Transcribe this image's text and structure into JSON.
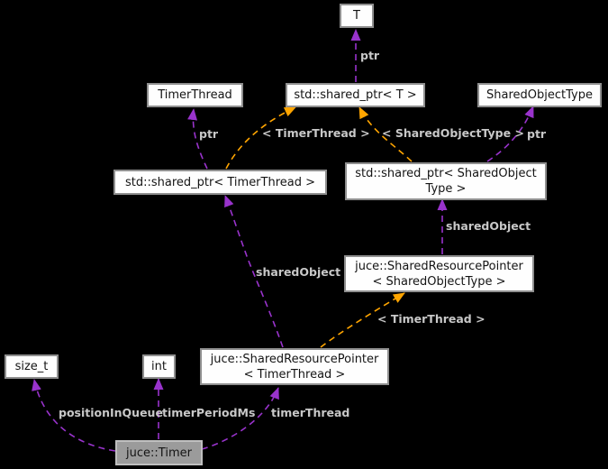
{
  "diagram": {
    "type": "collaboration-graph",
    "colors": {
      "background": "#000000",
      "node_fill": "#fefefe",
      "node_border": "#8f8f8f",
      "focus_node_fill": "#9b9b9b",
      "focus_node_border": "#bfbfbf",
      "usage_edge": "#9933cc",
      "template_edge": "#ffa500",
      "edge_label_text": "#c8c8c8"
    },
    "nodes": [
      {
        "id": "t",
        "lines": [
          "T"
        ]
      },
      {
        "id": "timer-thread",
        "lines": [
          "TimerThread"
        ]
      },
      {
        "id": "std-shared-ptr-t",
        "lines": [
          "std::shared_ptr< T >"
        ]
      },
      {
        "id": "shared-object-type",
        "lines": [
          "SharedObjectType"
        ]
      },
      {
        "id": "std-shared-ptr-timer-thread",
        "lines": [
          "std::shared_ptr< TimerThread >"
        ]
      },
      {
        "id": "std-shared-ptr-shared-object-type",
        "lines": [
          "std::shared_ptr< SharedObject",
          "Type >"
        ]
      },
      {
        "id": "juce-shared-resource-pointer-shared-object-type",
        "lines": [
          "juce::SharedResourcePointer",
          "< SharedObjectType >"
        ]
      },
      {
        "id": "juce-shared-resource-pointer-timer-thread",
        "lines": [
          "juce::SharedResourcePointer",
          "< TimerThread >"
        ]
      },
      {
        "id": "size-t",
        "lines": [
          "size_t"
        ]
      },
      {
        "id": "int",
        "lines": [
          "int"
        ]
      },
      {
        "id": "juce-timer",
        "lines": [
          "juce::Timer"
        ]
      }
    ],
    "edges": [
      {
        "label": "ptr",
        "from": "std-shared-ptr-t",
        "to": "t"
      },
      {
        "label": "ptr",
        "from": "std-shared-ptr-timer-thread",
        "to": "timer-thread"
      },
      {
        "label": "< TimerThread >",
        "from": "std-shared-ptr-timer-thread",
        "to": "std-shared-ptr-t"
      },
      {
        "label": "< SharedObjectType >",
        "from": "std-shared-ptr-shared-object-type",
        "to": "std-shared-ptr-t"
      },
      {
        "label": "ptr",
        "from": "std-shared-ptr-shared-object-type",
        "to": "shared-object-type"
      },
      {
        "label": "sharedObject",
        "from": "juce-shared-resource-pointer-shared-object-type",
        "to": "std-shared-ptr-shared-object-type"
      },
      {
        "label": "sharedObject",
        "from": "juce-shared-resource-pointer-timer-thread",
        "to": "std-shared-ptr-timer-thread"
      },
      {
        "label": "< TimerThread >",
        "from": "juce-shared-resource-pointer-timer-thread",
        "to": "juce-shared-resource-pointer-shared-object-type"
      },
      {
        "label": "positionInQueue",
        "from": "juce-timer",
        "to": "size-t"
      },
      {
        "label": "timerPeriodMs",
        "from": "juce-timer",
        "to": "int"
      },
      {
        "label": "timerThread",
        "from": "juce-timer",
        "to": "juce-shared-resource-pointer-timer-thread"
      }
    ]
  }
}
